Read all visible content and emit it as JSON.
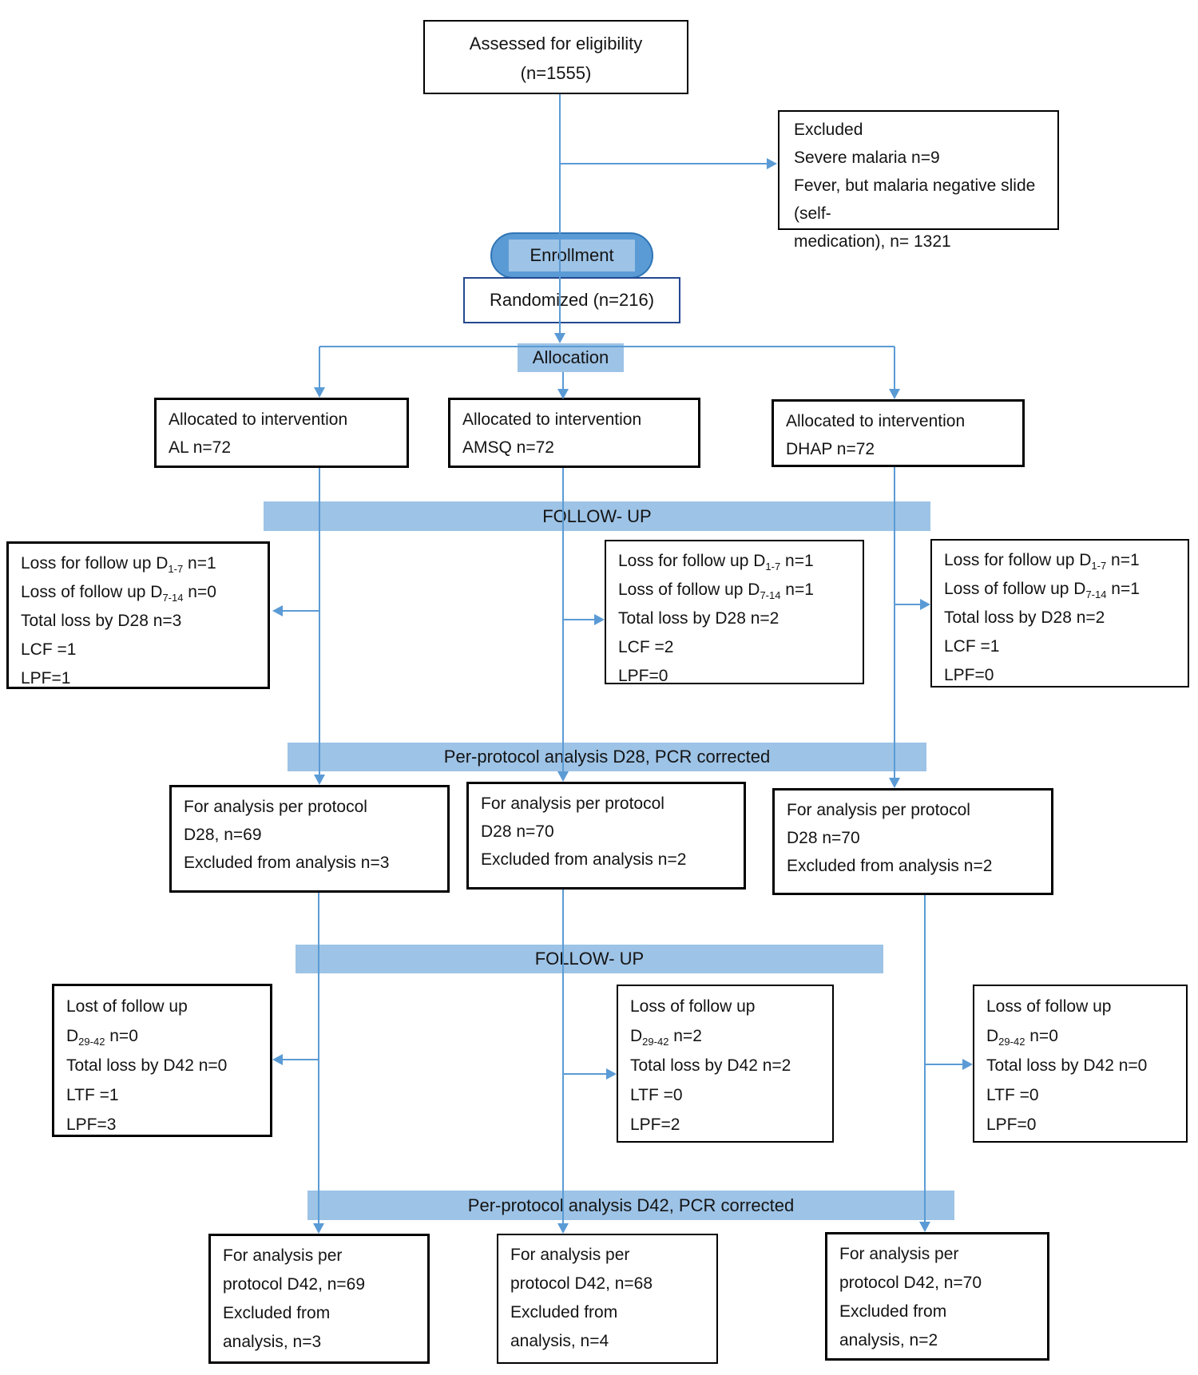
{
  "colors": {
    "band_fill": "#9dc3e6",
    "pill_fill": "#5b9bd5",
    "pill_border": "#2e75b6",
    "pill_inner_fill": "#9dc3e6",
    "connector_line": "#5b9bd5",
    "box_border": "#000000",
    "randomized_border": "#24478f",
    "text": "#141414"
  },
  "nodes": {
    "assessed": {
      "l1": "Assessed for eligibility",
      "l2": "(n=1555)"
    },
    "excluded": {
      "l1": "Excluded",
      "l2": "Severe malaria n=9",
      "l3": "Fever, but malaria negative slide (self-",
      "l4": "medication), n= 1321"
    },
    "enrollment": {
      "label": "Enrollment"
    },
    "randomized": {
      "label": "Randomized (n=216)"
    },
    "allocation_band": {
      "label": "Allocation"
    },
    "alloc": [
      {
        "l1": "Allocated to intervention",
        "l2": "AL n=72"
      },
      {
        "l1": "Allocated to intervention",
        "l2": "AMSQ n=72"
      },
      {
        "l1": "Allocated to intervention",
        "l2": "DHAP n=72"
      }
    ],
    "band_followup1": {
      "label": "FOLLOW- UP"
    },
    "loss1": [
      {
        "l1_pre": "Loss for follow up D",
        "l1_sub": "1-7",
        "l1_post": " n=1",
        "l2_pre": "Loss of follow up D",
        "l2_sub": "7-14",
        "l2_post": " n=0",
        "l3": "Total loss by D28 n=3",
        "l4": "LCF =1",
        "l5": "LPF=1"
      },
      {
        "l1_pre": "Loss for follow up D",
        "l1_sub": "1-7",
        "l1_post": " n=1",
        "l2_pre": "Loss of follow up D",
        "l2_sub": "7-14",
        "l2_post": " n=1",
        "l3": "Total loss by D28 n=2",
        "l4": "LCF =2",
        "l5": "LPF=0"
      },
      {
        "l1_pre": "Loss for follow up D",
        "l1_sub": "1-7",
        "l1_post": " n=1",
        "l2_pre": "Loss of follow up D",
        "l2_sub": "7-14",
        "l2_post": " n=1",
        "l3": "Total loss by D28 n=2",
        "l4": "LCF =1",
        "l5": "LPF=0"
      }
    ],
    "band_pp28": {
      "label": "Per-protocol analysis D28, PCR corrected"
    },
    "pp28": [
      {
        "l1": "For analysis per protocol",
        "l2": "D28, n=69",
        "l3": "Excluded from analysis n=3"
      },
      {
        "l1": "For analysis per protocol",
        "l2": "D28 n=70",
        "l3": "Excluded from analysis n=2"
      },
      {
        "l1": "For analysis per protocol",
        "l2": "D28 n=70",
        "l3": "Excluded from analysis n=2"
      }
    ],
    "band_followup2": {
      "label": "FOLLOW- UP"
    },
    "loss2": [
      {
        "l1": "Lost of follow up",
        "l2_pre": "D",
        "l2_sub": "29-42",
        "l2_post": " n=0",
        "l3": "Total loss by D42 n=0",
        "l4": "LTF =1",
        "l5": "LPF=3"
      },
      {
        "l1": "Loss of follow up",
        "l2_pre": "D",
        "l2_sub": "29-42",
        "l2_post": " n=2",
        "l3": "Total loss by D42 n=2",
        "l4": "LTF =0",
        "l5": "LPF=2"
      },
      {
        "l1": "Loss of follow up",
        "l2_pre": "D",
        "l2_sub": "29-42",
        "l2_post": " n=0",
        "l3": "Total loss by D42 n=0",
        "l4": "LTF =0",
        "l5": "LPF=0"
      }
    ],
    "band_pp42": {
      "label": "Per-protocol analysis D42, PCR corrected"
    },
    "pp42": [
      {
        "l1": "For analysis per",
        "l2": "protocol D42, n=69",
        "l3": "Excluded from",
        "l4": "analysis, n=3"
      },
      {
        "l1": "For analysis per",
        "l2": "protocol D42, n=68",
        "l3": "Excluded from",
        "l4": "analysis, n=4"
      },
      {
        "l1": "For analysis per",
        "l2": "protocol D42, n=70",
        "l3": "Excluded from",
        "l4": "analysis, n=2"
      }
    ]
  }
}
